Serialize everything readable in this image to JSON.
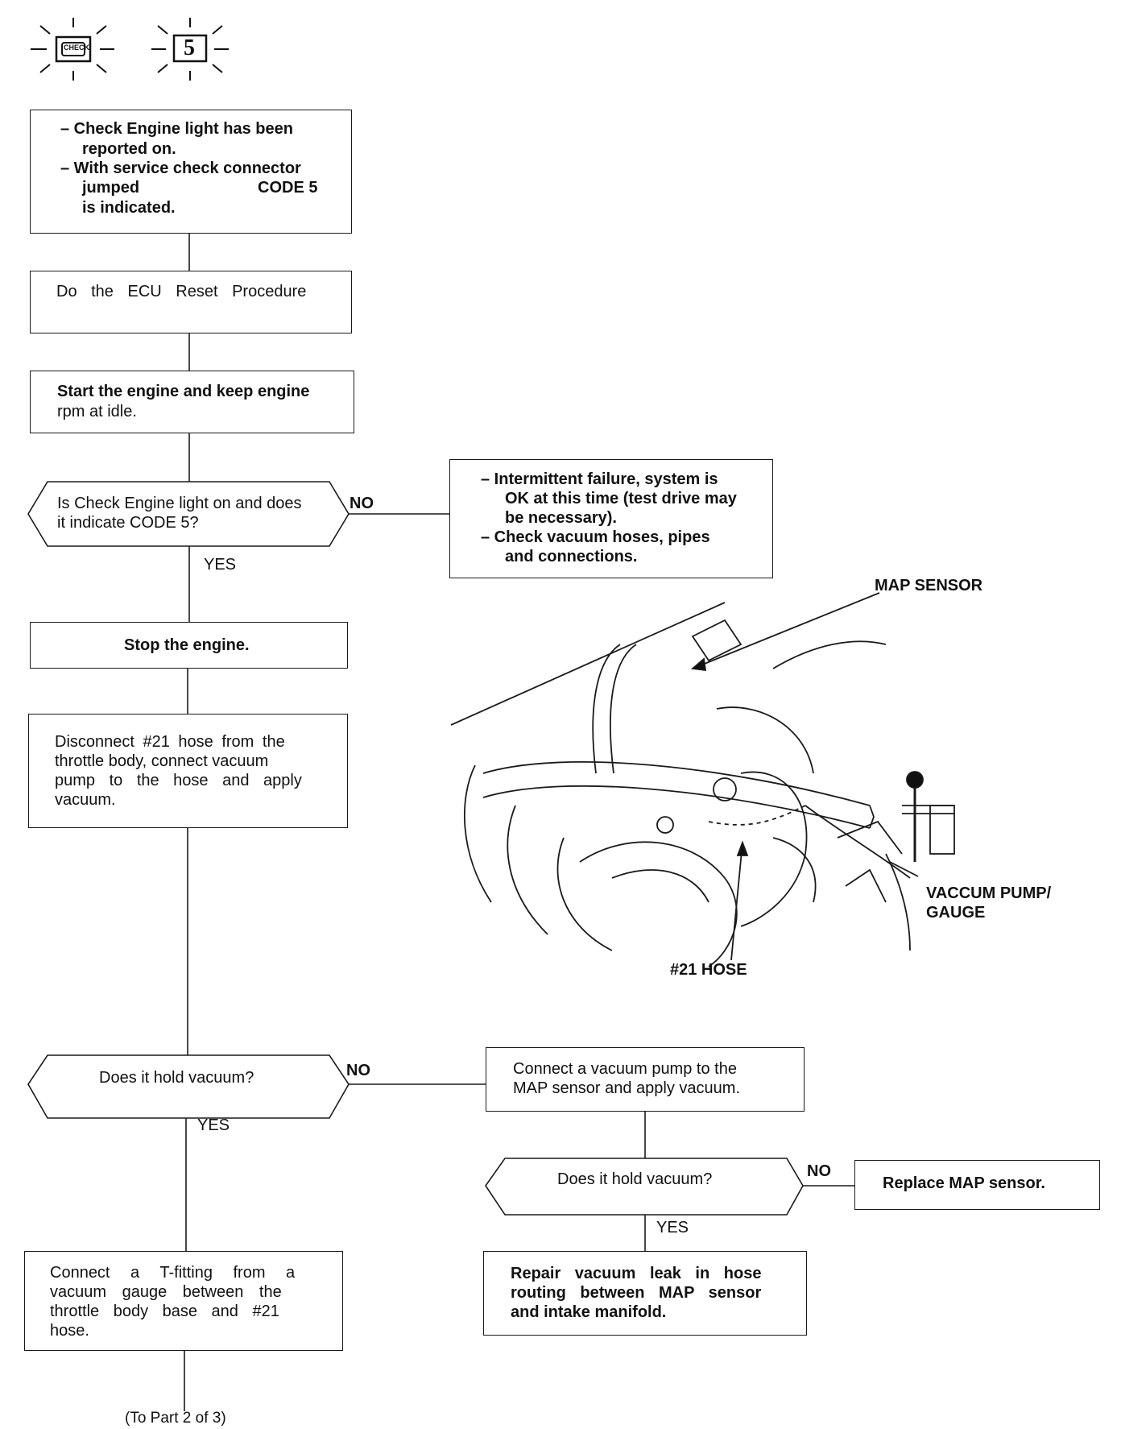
{
  "header": {
    "check_icon_text": "CHECK",
    "code_number": "5"
  },
  "steps": {
    "intro": {
      "line1": "– Check Engine light has been",
      "line2": "reported on.",
      "line3": "– With service check connector",
      "line4a": "jumped",
      "line4b": "CODE 5",
      "line5": "is indicated."
    },
    "reset": "Do the ECU Reset Procedure",
    "start": {
      "line1": "Start the engine and keep engine",
      "line2": "rpm at idle."
    },
    "q1": {
      "line1": "Is Check Engine light on and does",
      "line2": "it indicate CODE 5?",
      "no": "NO",
      "yes": "YES"
    },
    "intermittent": {
      "line1": "– Intermittent failure, system is",
      "line2": "OK at this time (test drive may",
      "line3": "be necessary).",
      "line4": "– Check vacuum hoses, pipes",
      "line5": "and connections."
    },
    "stop": "Stop the engine.",
    "disconnect": {
      "line1": "Disconnect #21 hose from the",
      "line2": "throttle body, connect vacuum",
      "line3": "pump to the hose and apply",
      "line4": "vacuum."
    },
    "q2": {
      "text": "Does it hold vacuum?",
      "no": "NO",
      "yes": "YES"
    },
    "connect_map": {
      "line1": "Connect a vacuum pump to the",
      "line2": "MAP sensor and apply vacuum."
    },
    "q3": {
      "text": "Does it hold vacuum?",
      "no": "NO",
      "yes": "YES"
    },
    "replace": "Replace MAP sensor.",
    "repair": {
      "line1": "Repair vacuum leak in hose",
      "line2": "routing between MAP sensor",
      "line3": "and intake manifold."
    },
    "tfitting": {
      "line1": "Connect a T-fitting from a",
      "line2": "vacuum gauge between the",
      "line3": "throttle body base and #21",
      "line4": "hose."
    },
    "continuation": "(To Part 2 of 3)"
  },
  "illustration": {
    "map_sensor": "MAP SENSOR",
    "pump_line1": "VACCUM PUMP/",
    "pump_line2": "GAUGE",
    "hose": "#21 HOSE"
  }
}
